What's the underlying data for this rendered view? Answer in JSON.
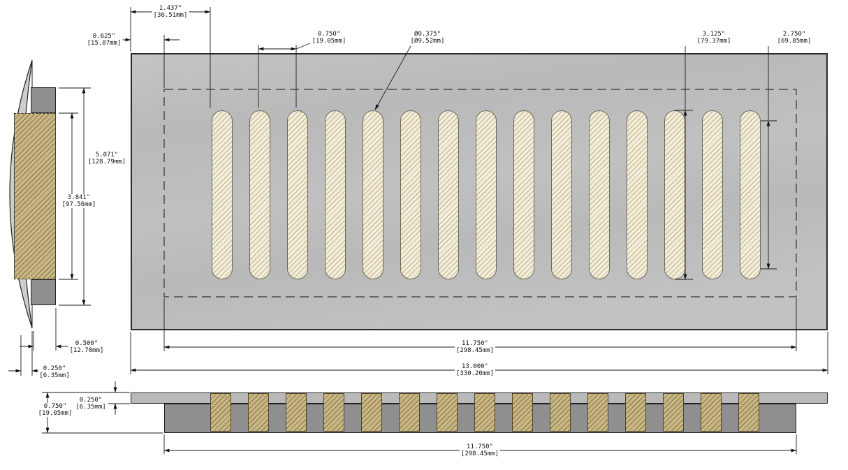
{
  "drawing": {
    "type": "technical-drawing",
    "part": "slotted floor register vent cover",
    "front_view": {
      "slot_count": 15
    },
    "colors": {
      "face_gray": "#b9b9b9",
      "frame_gray": "#8f8f8f",
      "slot_cream": "#f3eedc",
      "damper_tan": "#c9b784",
      "line": "#1a1a1a"
    },
    "dims": {
      "slot_offset_x": {
        "in": "1.437\"",
        "mm": "[36.51mm]"
      },
      "border_inset": {
        "in": "0.625\"",
        "mm": "[15.87mm]"
      },
      "slot_pitch": {
        "in": "0.750\"",
        "mm": "[19.05mm]"
      },
      "slot_width": {
        "in": "Ø0.375\"",
        "mm": "[Ø9.52mm]"
      },
      "slot_length": {
        "in": "3.125\"",
        "mm": "[79.37mm]"
      },
      "slot_center_length": {
        "in": "2.750\"",
        "mm": "[69.85mm]"
      },
      "side_height": {
        "in": "5.071\"",
        "mm": "[128.79mm]"
      },
      "damper_height": {
        "in": "3.841\"",
        "mm": "[97.56mm]"
      },
      "body_depth": {
        "in": "0.500\"",
        "mm": "[12.70mm]"
      },
      "flange_depth": {
        "in": "0.250\"",
        "mm": "[6.35mm]"
      },
      "plate_thickness": {
        "in": "0.250\"",
        "mm": "[6.35mm]"
      },
      "section_height": {
        "in": "0.750\"",
        "mm": "[19.05mm]"
      },
      "opening_width": {
        "in": "11.750\"",
        "mm": "[298.45mm]"
      },
      "overall_width": {
        "in": "13.000\"",
        "mm": "[330.20mm]"
      },
      "duct_width": {
        "in": "11.750\"",
        "mm": "[298.45mm]"
      }
    }
  }
}
